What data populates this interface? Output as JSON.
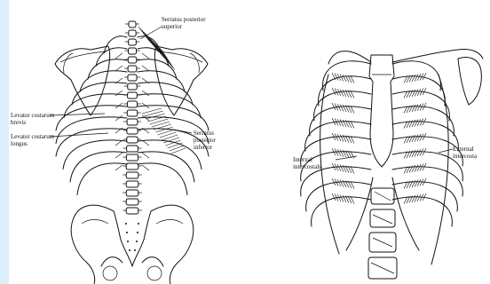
{
  "labels": {
    "serratus_posterior_superior": "Serratus posterior\nsuperior",
    "levator_costarum_brevis": "Levator costarum\nbrevis",
    "levator_costarum_longus": "Levator costarum\nlongus",
    "serratus_posterior_inferior": "Serratus\nposterior\ninferior",
    "internal_intercostals": "Internal\nintercostals",
    "external_intercostals": "External\nintercosta"
  }
}
